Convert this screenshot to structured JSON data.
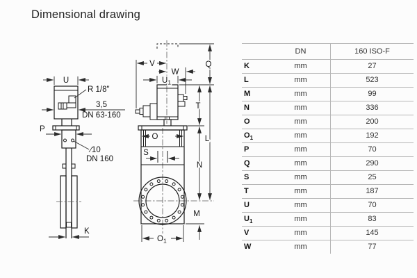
{
  "page": {
    "title": "Dimensional drawing"
  },
  "colors": {
    "drawing_line": "#1a1a1a",
    "table_line": "#b5b5b5",
    "text": "#303030"
  },
  "drawing": {
    "side_view": {
      "labels": {
        "u": "U",
        "thread": "R 1/8\"",
        "gate_thickness": "3,5",
        "gate_range": "DN 63-160",
        "p": "P",
        "hole_dia": "∕10",
        "hole_range": "DN 160",
        "k": "K"
      }
    },
    "front_view": {
      "labels": {
        "v": "V",
        "w": "W",
        "u1_base": "U",
        "u1_sub": "1",
        "q": "Q",
        "t": "T",
        "l": "L",
        "n": "N",
        "m": "M",
        "o": "O",
        "s": "S",
        "o1_base": "O",
        "o1_sub": "1"
      }
    }
  },
  "table": {
    "header": {
      "col1": "",
      "col2": "DN",
      "col3": "160 ISO-F"
    },
    "rows": [
      {
        "dim": "K",
        "unit": "mm",
        "value": "27"
      },
      {
        "dim": "L",
        "unit": "mm",
        "value": "523"
      },
      {
        "dim": "M",
        "unit": "mm",
        "value": "99"
      },
      {
        "dim": "N",
        "unit": "mm",
        "value": "336"
      },
      {
        "dim": "O",
        "unit": "mm",
        "value": "200"
      },
      {
        "dim": "O",
        "dim_sub": "1",
        "unit": "mm",
        "value": "192"
      },
      {
        "dim": "P",
        "unit": "mm",
        "value": "70"
      },
      {
        "dim": "Q",
        "unit": "mm",
        "value": "290"
      },
      {
        "dim": "S",
        "unit": "mm",
        "value": "25"
      },
      {
        "dim": "T",
        "unit": "mm",
        "value": "187"
      },
      {
        "dim": "U",
        "unit": "mm",
        "value": "70"
      },
      {
        "dim": "U",
        "dim_sub": "1",
        "unit": "mm",
        "value": "83"
      },
      {
        "dim": "V",
        "unit": "mm",
        "value": "145"
      },
      {
        "dim": "W",
        "unit": "mm",
        "value": "77"
      }
    ]
  }
}
